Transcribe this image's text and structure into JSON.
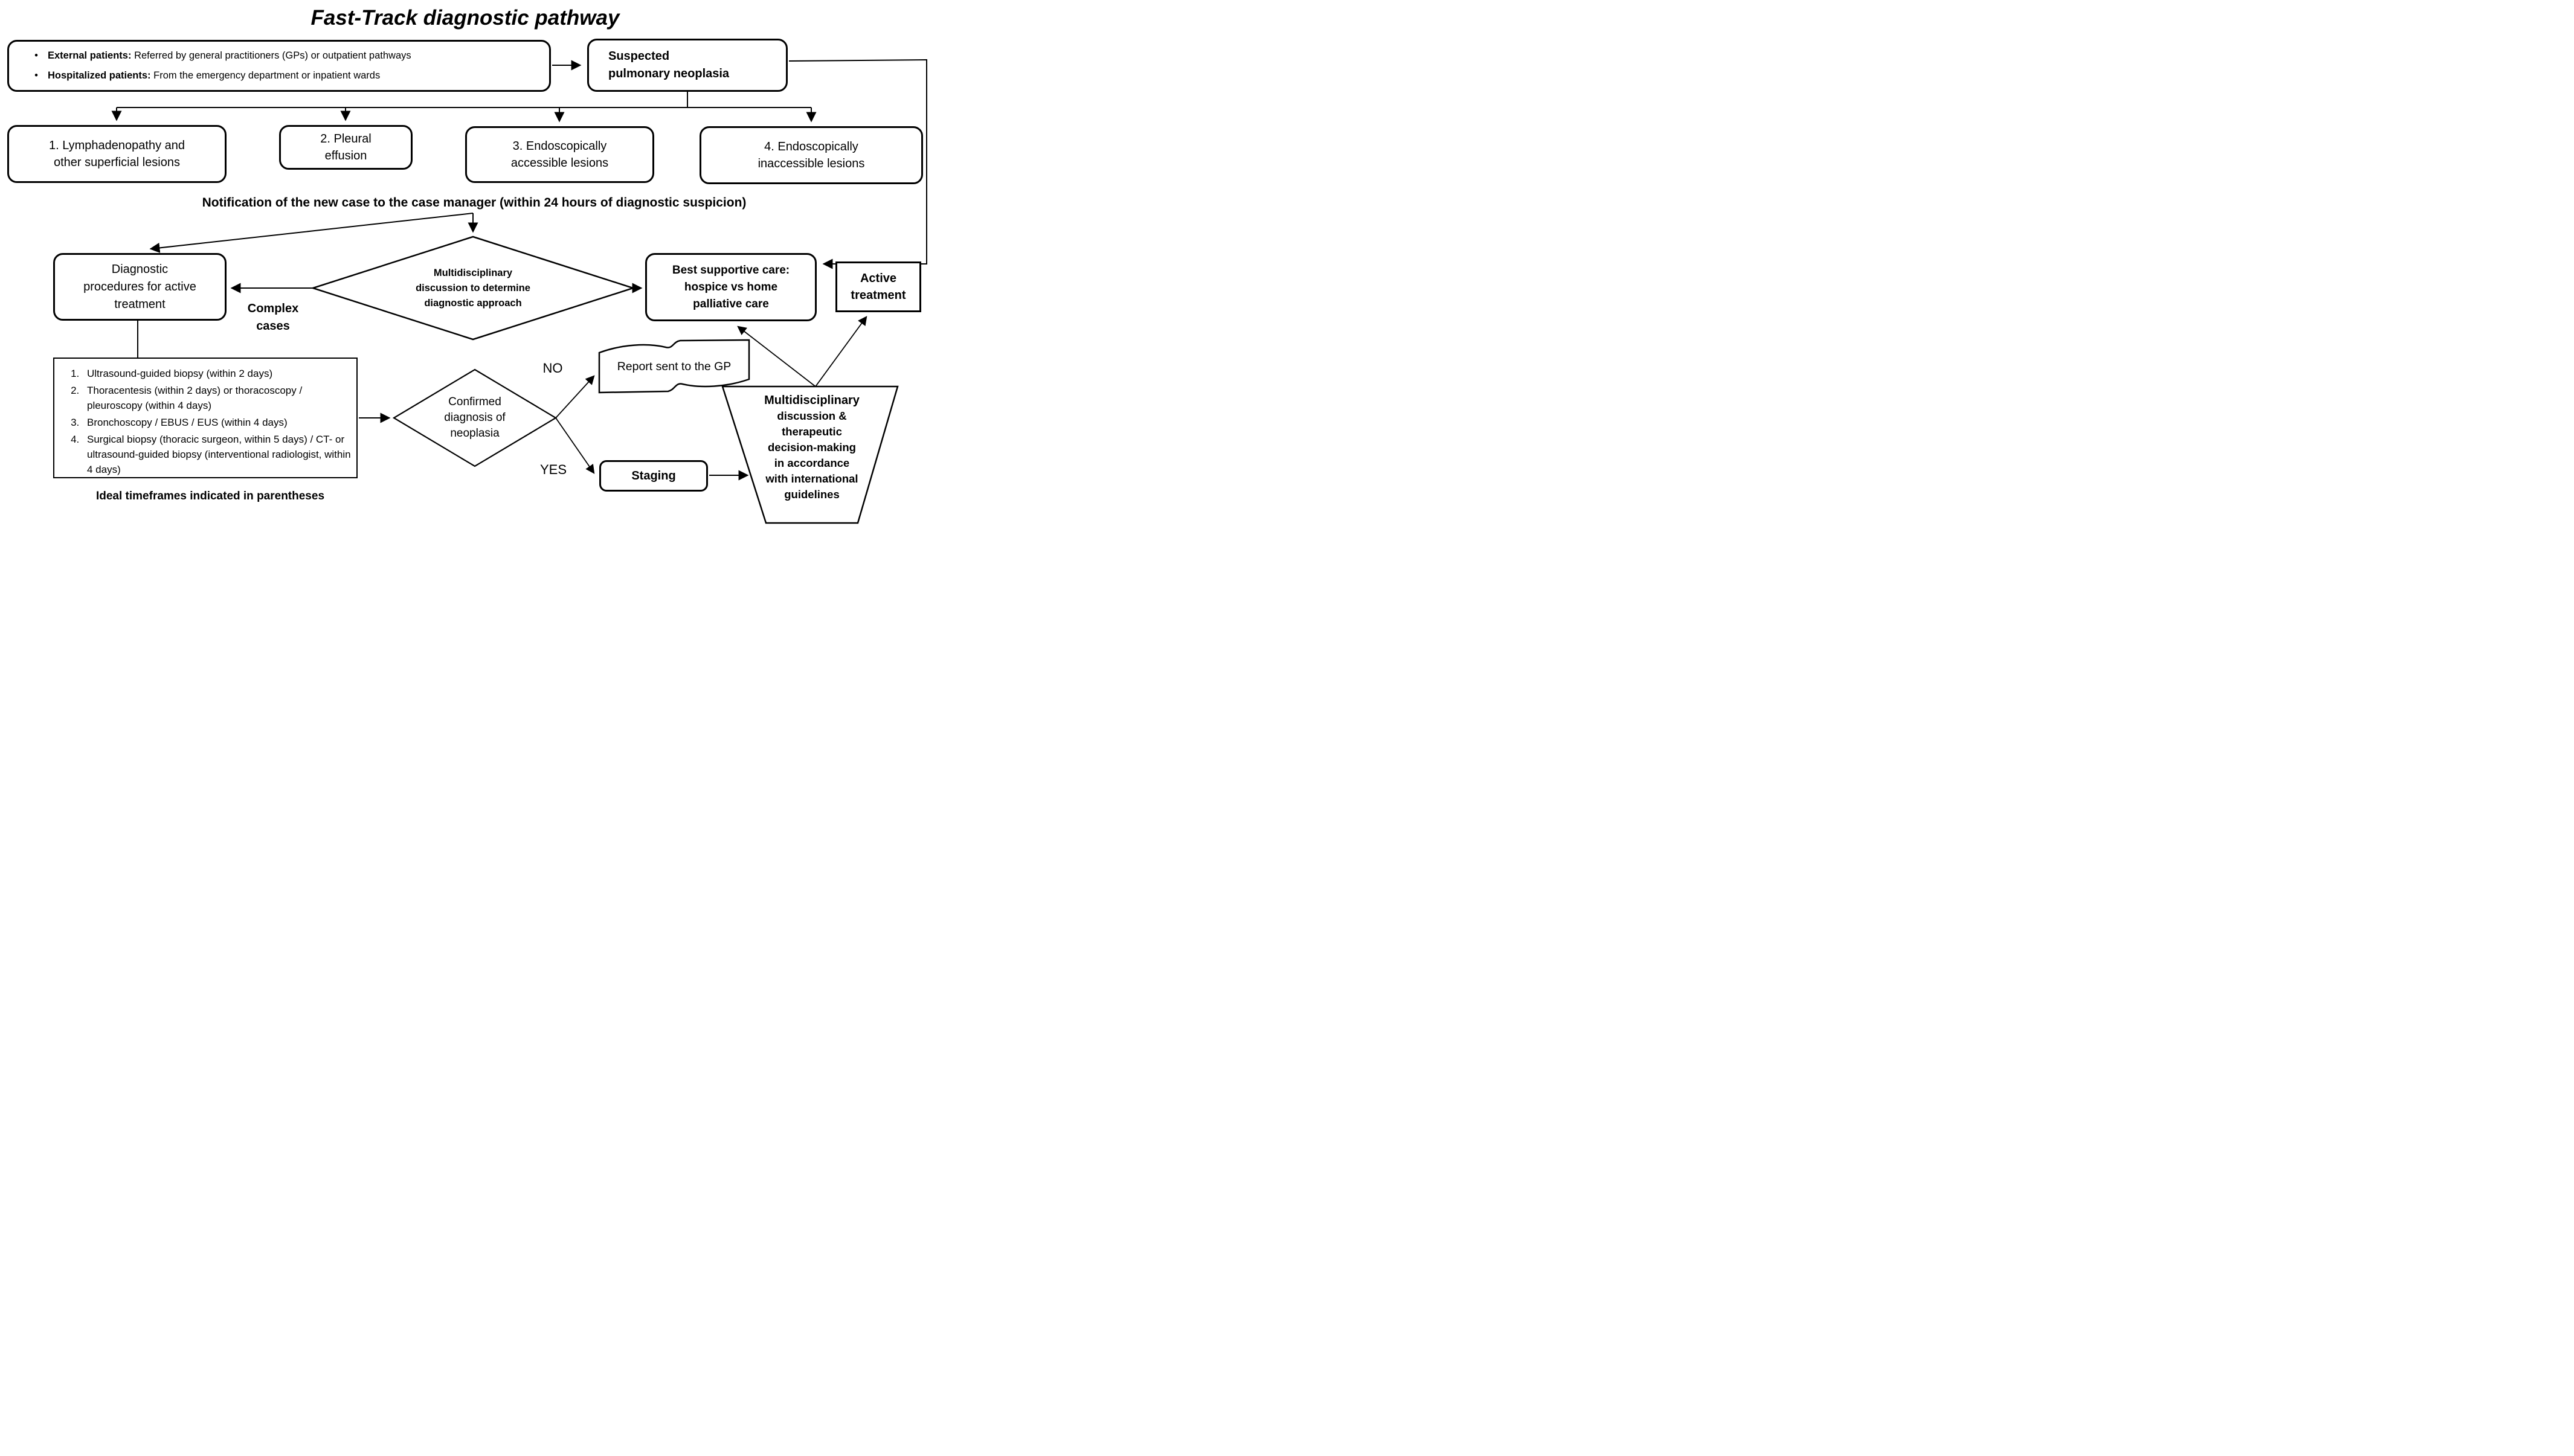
{
  "title": "Fast-Track diagnostic pathway",
  "sources_box": {
    "bullets": [
      {
        "label": "External patients:",
        "text": "Referred by general practitioners (GPs) or outpatient pathways"
      },
      {
        "label": "Hospitalized patients:",
        "text": "From the emergency department or inpatient wards"
      }
    ]
  },
  "suspected_box": {
    "text": "Suspected\npulmonary neoplasia"
  },
  "categories": [
    {
      "text": "1. Lymphadenopathy and\nother superficial lesions"
    },
    {
      "text": "2. Pleural\neffusion"
    },
    {
      "text": "3. Endoscopically\naccessible lesions"
    },
    {
      "text": "4. Endoscopically\ninaccessible lesions"
    }
  ],
  "notification": "Notification of the new case to the case manager (within 24 hours of diagnostic suspicion)",
  "diagnostic_box": {
    "text": "Diagnostic\nprocedures for active\ntreatment"
  },
  "complex_cases_label": "Complex\ncases",
  "mdt_diamond": {
    "text": "Multidisciplinary\ndiscussion to determine\ndiagnostic approach"
  },
  "best_supportive_box": {
    "text": "Best supportive care:\nhospice vs home\npalliative care"
  },
  "active_treatment_box": {
    "text": "Active\ntreatment"
  },
  "procedures_box": {
    "items": [
      "Ultrasound-guided biopsy (within 2 days)",
      "Thoracentesis (within 2 days) or thoracoscopy / pleuroscopy (within 4 days)",
      "Bronchoscopy / EBUS / EUS (within 4 days)",
      "Surgical biopsy (thoracic surgeon, within 5 days) / CT- or ultrasound-guided biopsy (interventional radiologist, within 4 days)"
    ],
    "footnote": "Ideal timeframes indicated in parentheses"
  },
  "confirmed_diamond": {
    "text": "Confirmed\ndiagnosis of\nneoplasia"
  },
  "branch_labels": {
    "no": "NO",
    "yes": "YES"
  },
  "report_flag": {
    "text": "Report sent to the GP"
  },
  "staging_box": {
    "text": "Staging"
  },
  "mdt_trapezoid": {
    "line1": "Multidisciplinary",
    "rest": "discussion &\ntherapeutic\ndecision-making\nin accordance\nwith international\nguidelines"
  },
  "colors": {
    "ink": "#000000",
    "background": "#ffffff"
  }
}
